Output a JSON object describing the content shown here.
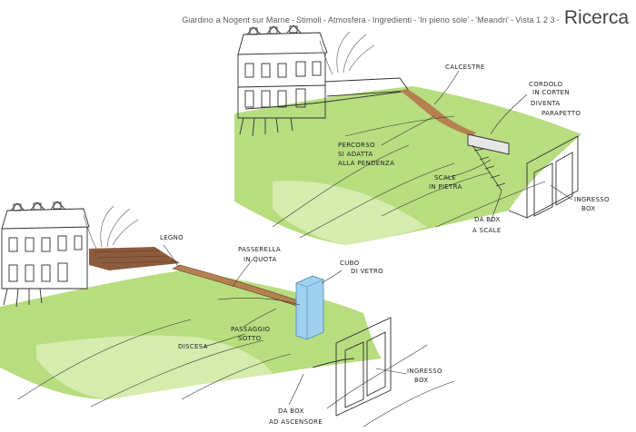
{
  "header": {
    "breadcrumbs": [
      "Giardino a Nogent sur Marne",
      "Stimoli",
      "Atmosfera",
      "Ingredienti",
      "'In pieno sole'",
      "'Meandri'",
      "Vista 1 2 3"
    ],
    "separator": "-",
    "title": "Ricerca"
  },
  "sketch_top": {
    "labels": {
      "calcestre": "CALCESTRE",
      "cordolo_1": "CORDOLO",
      "cordolo_2": "IN CORTEN",
      "cordolo_3": "DIVENTA",
      "cordolo_4": "PARAPETTO",
      "percorso_1": "PERCORSO",
      "percorso_2": "SI ADATTA",
      "percorso_3": "ALLA PENDENZA",
      "scale_1": "SCALE",
      "scale_2": "IN PIETRA",
      "ingresso_1": "INGRESSO",
      "ingresso_2": "BOX",
      "dabox_1": "DA BOX",
      "dabox_2": "A SCALE"
    }
  },
  "sketch_bottom": {
    "labels": {
      "legno": "LEGNO",
      "passerella_1": "PASSERELLA",
      "passerella_2": "IN QUOTA",
      "cubo_1": "CUBO",
      "cubo_2": "DI VETRO",
      "passaggio_1": "PASSAGGIO",
      "passaggio_2": "SOTTO",
      "discesa": "DISCESA",
      "ingresso_1": "INGRESSO",
      "ingresso_2": "BOX",
      "dabox_1": "DA BOX",
      "dabox_2": "AD ASCENSORE"
    }
  },
  "colors": {
    "lawn": "#b7dd7f",
    "lawn_light": "#d5ecae",
    "walkway": "#b5804f",
    "deck": "#8c5a3c",
    "glass": "#9fd0ee",
    "ink": "#2e2e2e"
  }
}
